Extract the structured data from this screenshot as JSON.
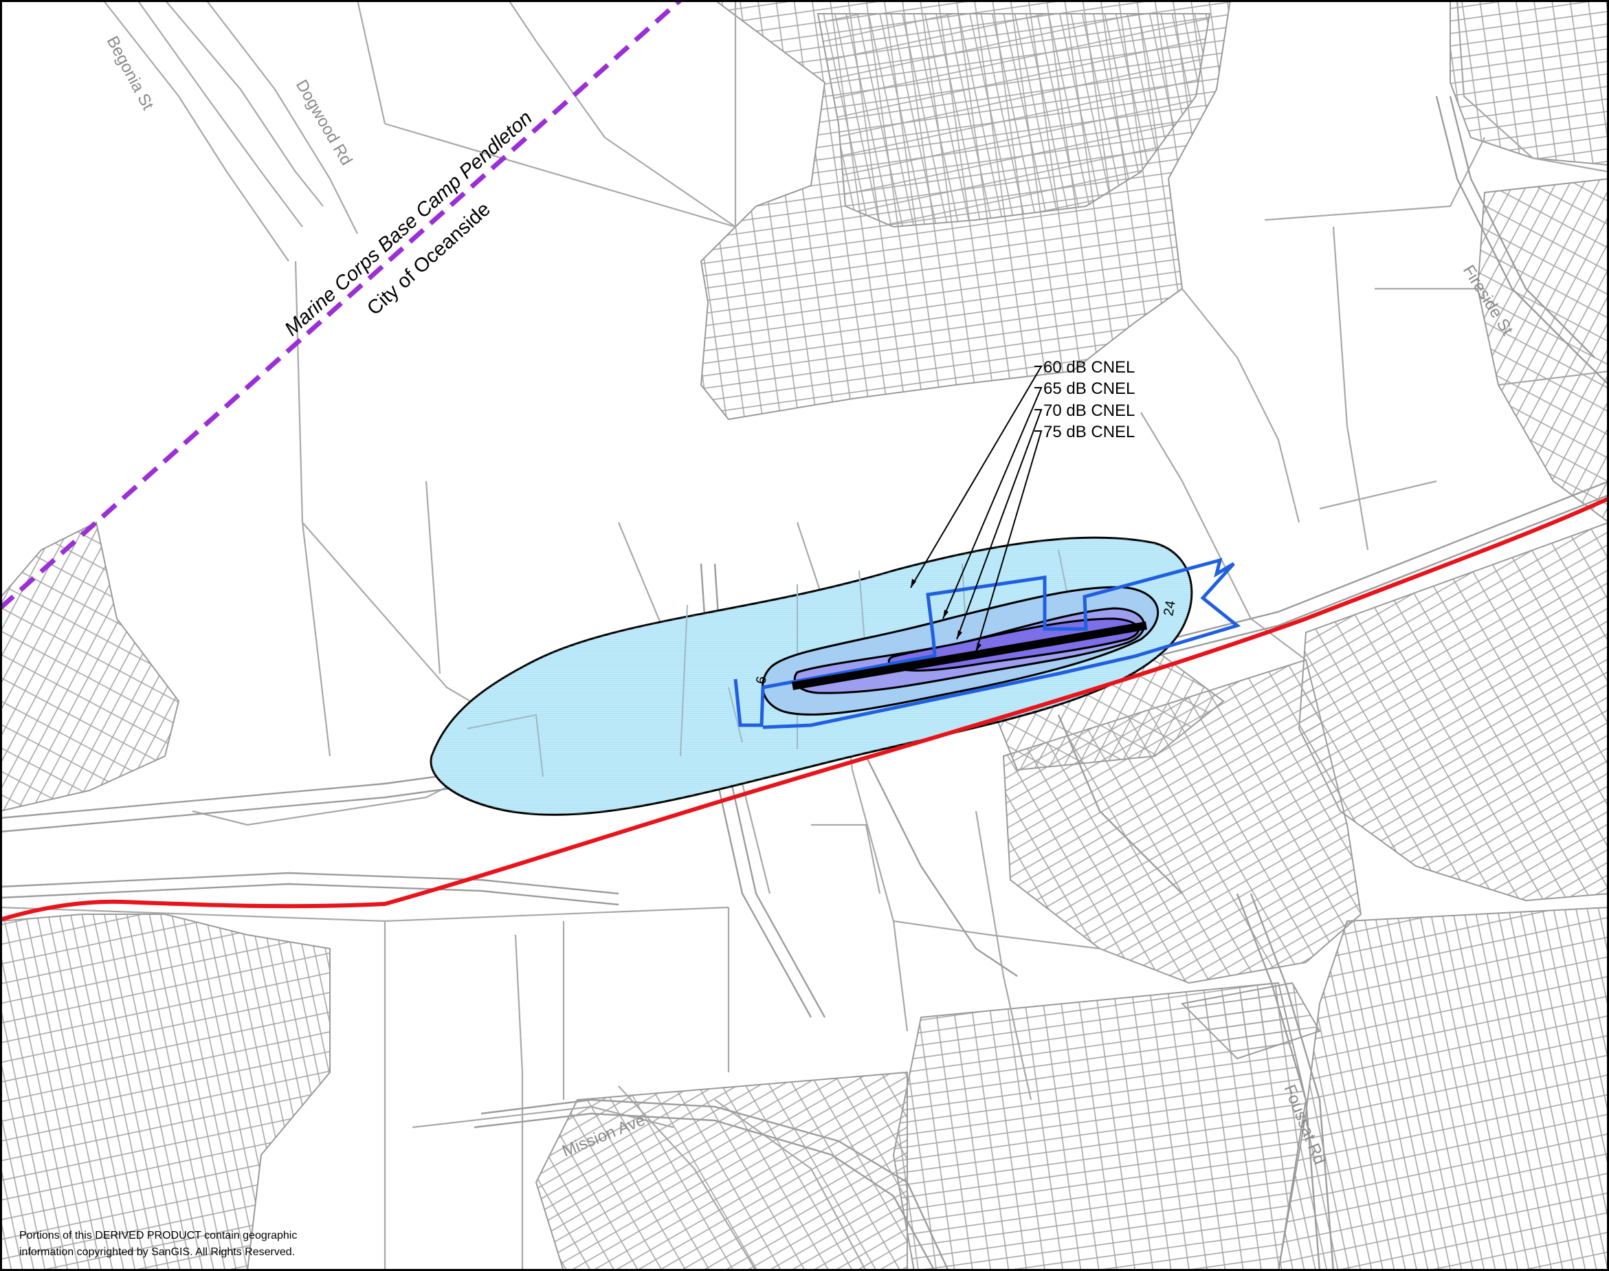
{
  "map": {
    "boundary_labels": {
      "north": "Marine Corps Base Camp Pendleton",
      "south": "City of Oceanside"
    },
    "street_labels": {
      "begonia": "Begonia St",
      "dogwood": "Dogwood Rd",
      "fireside": "Fireside St",
      "mission": "Mission Ave",
      "foussat": "Foussat Rd"
    },
    "runway": {
      "end_west": "6",
      "end_east": "24"
    },
    "noise_contours": [
      {
        "label": "60 dB CNEL",
        "fill": "#b4e6f8"
      },
      {
        "label": "65 dB CNEL",
        "fill": "#a6cdf2"
      },
      {
        "label": "70 dB CNEL",
        "fill": "#9d9ef0"
      },
      {
        "label": "75 dB CNEL",
        "fill": "#7c6fe8"
      }
    ],
    "colors": {
      "jurisdiction_boundary": "#9b2fd6",
      "rail_line": "#e8141c",
      "airport_property": "#1f5fe0",
      "parcels": "#999999"
    },
    "credit": "Portions of this DERIVED PRODUCT contain geographic information copyrighted by SanGIS. All Rights Reserved."
  }
}
